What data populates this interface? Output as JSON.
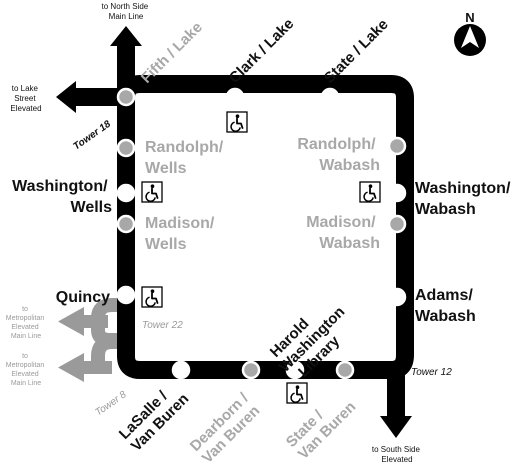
{
  "colors": {
    "track": "#000000",
    "loop_fill": "#ffffff",
    "active_station": "#ffffff",
    "closed_station": "#a8a8a8",
    "active_text": "#111111",
    "closed_text": "#a8a8a8",
    "branch_closed": "#9a9a9a"
  },
  "compass": {
    "letter": "N",
    "icon": "north-arrow-icon"
  },
  "stations": {
    "fifth_lake": "Fifth / Lake",
    "clark_lake": "Clark / Lake",
    "state_lake": "State / Lake",
    "randolph_wells": [
      "Randolph/",
      "Wells"
    ],
    "washington_wells": [
      "Washington/",
      "Wells"
    ],
    "madison_wells": [
      "Madison/",
      "Wells"
    ],
    "quincy": "Quincy",
    "randolph_wabash": [
      "Randolph/",
      "Wabash"
    ],
    "washington_wabash": [
      "Washington/",
      "Wabash"
    ],
    "madison_wabash": [
      "Madison/",
      "Wabash"
    ],
    "adams_wabash": [
      "Adams/",
      "Wabash"
    ],
    "harold_washington": [
      "Harold",
      "Washington",
      "Library"
    ],
    "lasalle_vanburen": [
      "LaSalle /",
      "Van Buren"
    ],
    "dearborn_vanburen": [
      "Dearborn /",
      "Van Buren"
    ],
    "state_vanburen": [
      "State /",
      "Van Buren"
    ]
  },
  "destinations": {
    "north_side": [
      "to North Side",
      "Main Line"
    ],
    "lake_street": [
      "to Lake",
      "Street",
      "Elevated"
    ],
    "metropolitan_1": [
      "to",
      "Metropolitan",
      "Elevated",
      "Main Line"
    ],
    "metropolitan_2": [
      "to",
      "Metropolitan",
      "Elevated",
      "Main Line"
    ],
    "south_side": [
      "to South Side",
      "Elevated"
    ]
  },
  "towers": {
    "t18": "Tower 18",
    "t22": "Tower 22",
    "t12": "Tower 12",
    "t8": "Tower 8"
  },
  "accessibility_icon": "wheelchair-icon"
}
